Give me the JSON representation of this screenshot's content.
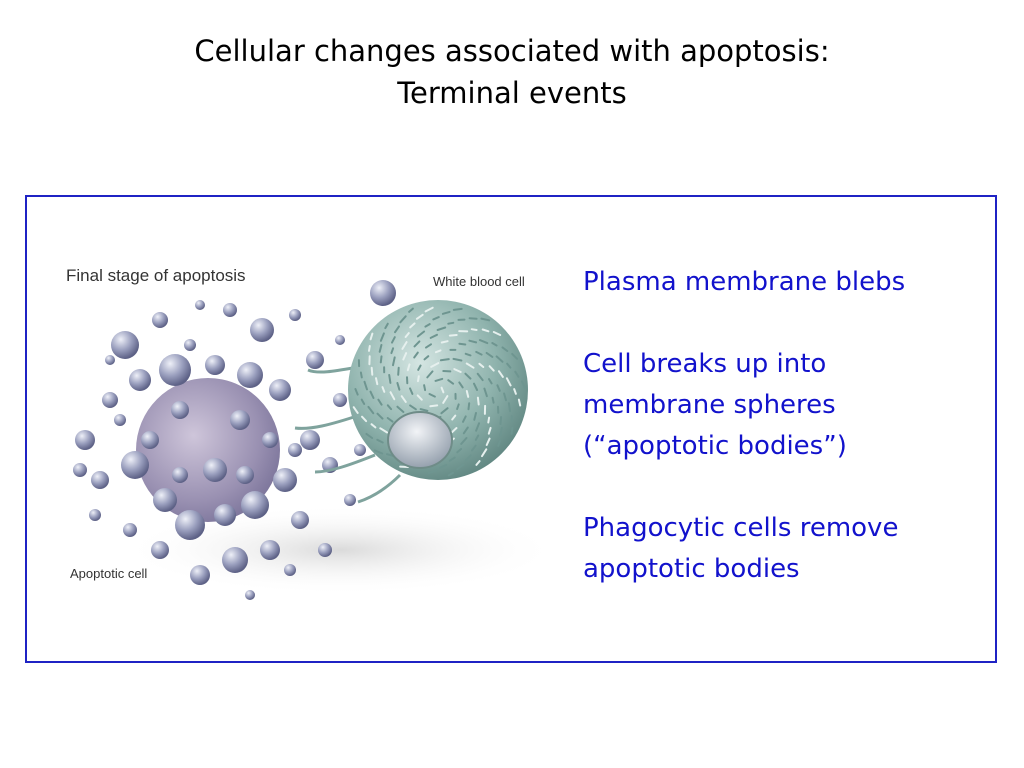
{
  "slide": {
    "title_line1": "Cellular changes associated with apoptosis:",
    "title_line2": "Terminal events"
  },
  "figure": {
    "label_final_stage": "Final stage of apoptosis",
    "label_white_blood_cell": "White blood cell",
    "label_apoptotic_cell": "Apoptotic cell"
  },
  "points": [
    {
      "lines": [
        "Plasma membrane blebs"
      ]
    },
    {
      "lines": [
        "Cell breaks up into",
        "membrane spheres",
        "(“apoptotic bodies”)"
      ]
    },
    {
      "lines": [
        "Phagocytic cells remove",
        "apoptotic bodies"
      ]
    }
  ],
  "colors": {
    "frame_border": "#1f23c4",
    "bullet_text": "#1212cc",
    "title_text": "#000000"
  }
}
